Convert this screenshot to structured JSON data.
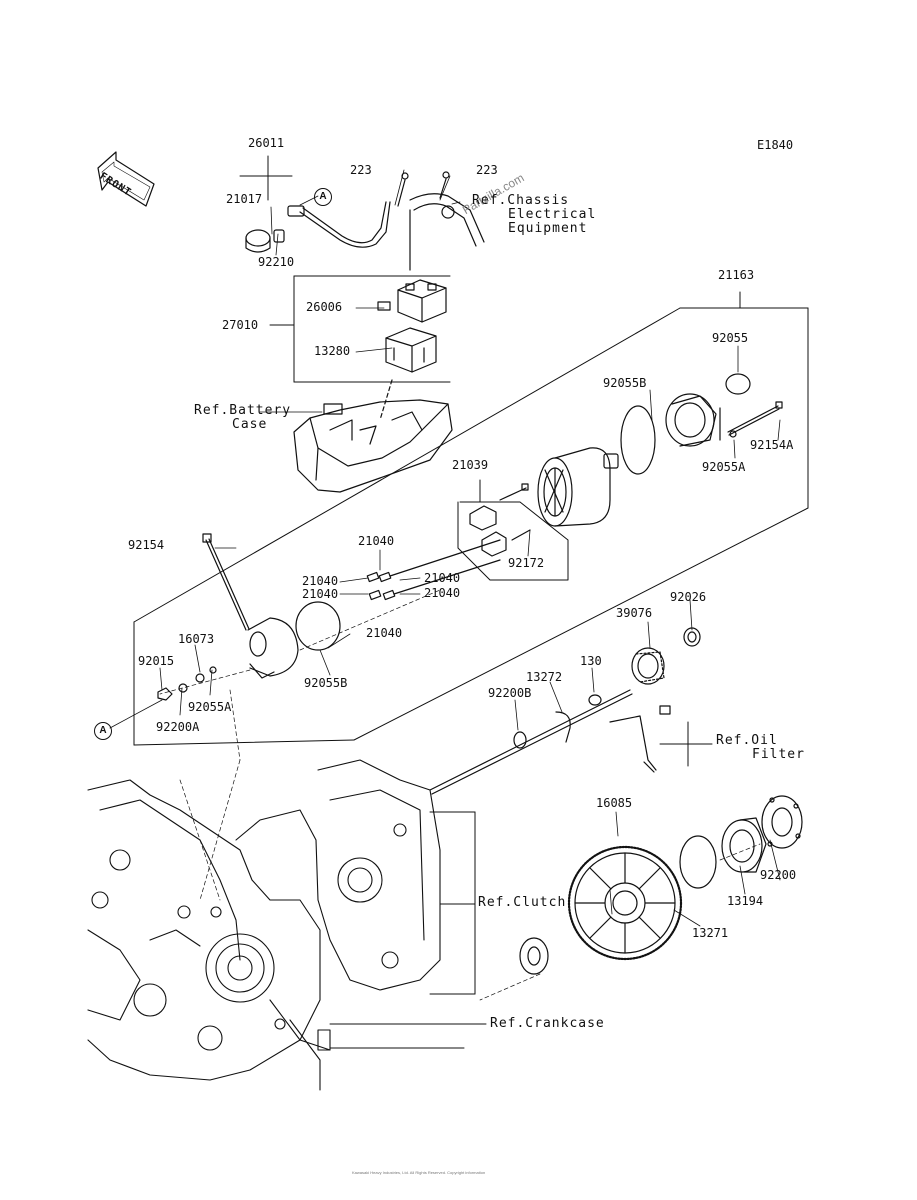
{
  "diagram": {
    "code": "E1840",
    "front_label": "FRONT",
    "ref_marker": "A",
    "watermark": "Partzilla.com",
    "parts": [
      {
        "id": "p26011",
        "num": "26011"
      },
      {
        "id": "p21017",
        "num": "21017"
      },
      {
        "id": "p92210",
        "num": "92210"
      },
      {
        "id": "p223a",
        "num": "223"
      },
      {
        "id": "p223b",
        "num": "223"
      },
      {
        "id": "p26006",
        "num": "26006"
      },
      {
        "id": "p27010",
        "num": "27010"
      },
      {
        "id": "p13280",
        "num": "13280"
      },
      {
        "id": "p21163",
        "num": "21163"
      },
      {
        "id": "p92055",
        "num": "92055"
      },
      {
        "id": "p92055B_top",
        "num": "92055B"
      },
      {
        "id": "p92154A",
        "num": "92154A"
      },
      {
        "id": "p92055A_right",
        "num": "92055A"
      },
      {
        "id": "p21039",
        "num": "21039"
      },
      {
        "id": "p92154",
        "num": "92154"
      },
      {
        "id": "p21040_a",
        "num": "21040"
      },
      {
        "id": "p21040_b",
        "num": "21040"
      },
      {
        "id": "p21040_c",
        "num": "21040"
      },
      {
        "id": "p21040_d",
        "num": "21040"
      },
      {
        "id": "p21040_e",
        "num": "21040"
      },
      {
        "id": "p21040_f",
        "num": "21040"
      },
      {
        "id": "p92172",
        "num": "92172"
      },
      {
        "id": "p92026",
        "num": "92026"
      },
      {
        "id": "p39076",
        "num": "39076"
      },
      {
        "id": "p16073",
        "num": "16073"
      },
      {
        "id": "p92015",
        "num": "92015"
      },
      {
        "id": "p92055A_left",
        "num": "92055A"
      },
      {
        "id": "p92200A",
        "num": "92200A"
      },
      {
        "id": "p92055B_bottom",
        "num": "92055B"
      },
      {
        "id": "p13272",
        "num": "13272"
      },
      {
        "id": "p130",
        "num": "130"
      },
      {
        "id": "p92200B",
        "num": "92200B"
      },
      {
        "id": "p16085",
        "num": "16085"
      },
      {
        "id": "p92200",
        "num": "92200"
      },
      {
        "id": "p13194",
        "num": "13194"
      },
      {
        "id": "p13271",
        "num": "13271"
      }
    ],
    "refs": {
      "chassis": [
        "Ref.Chassis",
        "Electrical",
        "Equipment"
      ],
      "battery": [
        "Ref.Battery",
        "Case"
      ],
      "oil": [
        "Ref.Oil",
        "Filter"
      ],
      "clutch": [
        "Ref.Clutch"
      ],
      "crankcase": [
        "Ref.Crankcase"
      ]
    },
    "footer": "Kawasaki Heavy Industries, Ltd. All Rights Reserved. Copyright information"
  }
}
